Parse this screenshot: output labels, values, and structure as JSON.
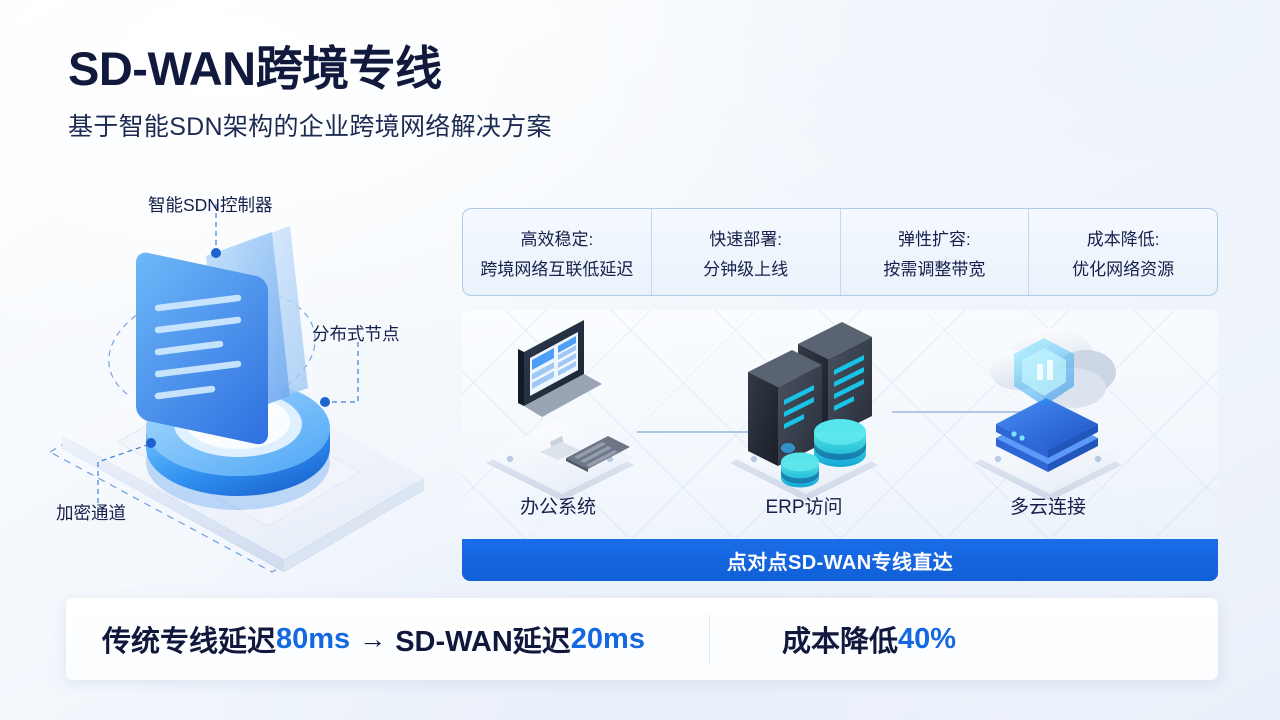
{
  "header": {
    "title": "SD-WAN跨境专线",
    "subtitle": "基于智能SDN架构的企业跨境网络解决方案"
  },
  "illustration": {
    "labels": {
      "controller": "智能SDN控制器",
      "distributed_node": "分布式节点",
      "encrypted_tunnel": "加密通道"
    }
  },
  "features": [
    {
      "title": "高效稳定:",
      "desc": "跨境网络互联低延迟"
    },
    {
      "title": "快速部署:",
      "desc": "分钟级上线"
    },
    {
      "title": "弹性扩容:",
      "desc": "按需调整带宽"
    },
    {
      "title": "成本降低:",
      "desc": "优化网络资源"
    }
  ],
  "topology": {
    "nodes": [
      {
        "label": "办公系统",
        "icon": "desktop-monitor-icon"
      },
      {
        "label": "ERP访问",
        "icon": "server-rack-icon"
      },
      {
        "label": "多云连接",
        "icon": "cloud-shield-icon"
      }
    ],
    "banner": "点对点SD-WAN专线直达"
  },
  "stats": [
    {
      "parts": [
        {
          "text": "传统专线延迟",
          "highlight": false
        },
        {
          "text": "80ms",
          "highlight": true
        }
      ],
      "arrow": "→",
      "parts_after": [
        {
          "text": "SD-WAN延迟",
          "highlight": false
        },
        {
          "text": "20ms",
          "highlight": true
        }
      ]
    },
    {
      "parts": [
        {
          "text": "成本降低",
          "highlight": false
        },
        {
          "text": "40%",
          "highlight": true
        }
      ]
    }
  ],
  "colors": {
    "brand_blue": "#1569e0",
    "banner_blue": "#1b6ce8",
    "navy_text": "#10193c",
    "border_blue": "#aecbe8"
  }
}
